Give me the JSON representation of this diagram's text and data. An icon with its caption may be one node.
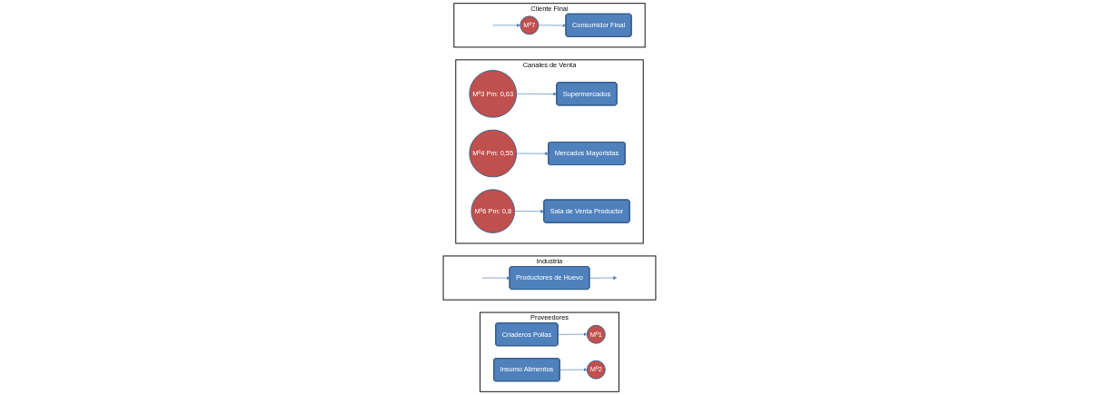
{
  "diagram": {
    "nodes": [
      {
        "text": [
          "Proveedores"
        ]
      },
      {
        "text": [
          "Criaderos Pollas"
        ],
        "in": 0
      },
      {
        "text": [
          "Mº1"
        ],
        "in": 0
      },
      {
        "text": [
          "Insumo Alimentos"
        ],
        "in": 0
      },
      {
        "text": [
          "Mº2"
        ],
        "in": 0
      },
      {
        "text": [
          "Industria"
        ]
      },
      {
        "text": [
          "Productores de Huevo"
        ],
        "in": 5
      },
      {
        "text": [
          "Canales de Venta"
        ]
      },
      {
        "text": [
          "Mº3 Pm: 0,63"
        ],
        "in": 7
      },
      {
        "text": [
          "Supermercados"
        ],
        "in": 7
      },
      {
        "text": [
          "Mº4 Pm: 0,55"
        ],
        "in": 7
      },
      {
        "text": [
          "Mercados Mayoristas"
        ],
        "in": 7
      },
      {
        "text": [
          "Mº6 Pm: 0,8"
        ],
        "in": 7
      },
      {
        "text": [
          "Sala de Venta Productor"
        ],
        "in": 7
      },
      {
        "text": [
          "Cliente Final"
        ]
      },
      {
        "text": [
          "Mº7"
        ],
        "in": 14
      },
      {
        "text": [
          "Consumidor Final"
        ],
        "in": 14
      }
    ],
    "edges": [
      {
        "from": 1,
        "to": 2,
        "arrow": "to"
      },
      {
        "from": 3,
        "to": 4,
        "arrow": "to"
      },
      {
        "from": null,
        "to": 6,
        "arrow": "to"
      },
      {
        "from": 6,
        "to": null,
        "arrow": "to"
      },
      {
        "from": 8,
        "to": 9,
        "arrow": "to"
      },
      {
        "from": 10,
        "to": 11,
        "arrow": "to"
      },
      {
        "from": 12,
        "to": 13,
        "arrow": "to"
      },
      {
        "from": null,
        "to": 15,
        "arrow": "to"
      },
      {
        "from": 15,
        "to": 16,
        "arrow": "to"
      }
    ]
  }
}
